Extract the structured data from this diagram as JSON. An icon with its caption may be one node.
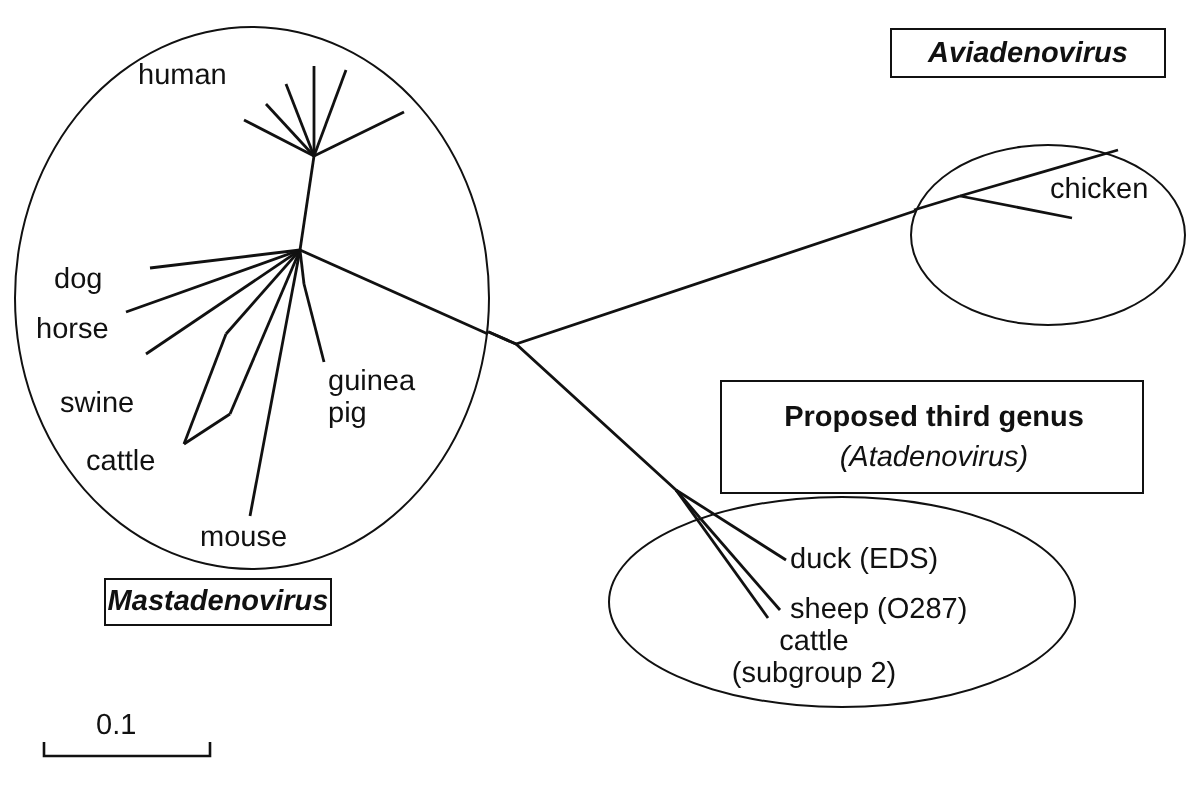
{
  "diagram": {
    "nodes": [
      {
        "text": [
          "human",
          "dog",
          "horse",
          "swine",
          "cattle",
          "guinea pig",
          "mouse"
        ]
      },
      {
        "text": [
          "Mastadenovirus"
        ]
      },
      {
        "text": [
          "Aviadenovirus"
        ]
      },
      {
        "text": [
          "chicken"
        ]
      },
      {
        "text": [
          "Proposed third genus",
          "(Atadenovirus)"
        ]
      },
      {
        "text": [
          "duck (EDS)",
          "sheep (O287)",
          "cattle (subgroup 2)"
        ]
      }
    ],
    "edges": [
      {
        "from": 0,
        "to": 3,
        "arrow": "none"
      },
      {
        "from": 0,
        "to": 5,
        "arrow": "none"
      }
    ],
    "labels": [
      "0.1"
    ]
  }
}
